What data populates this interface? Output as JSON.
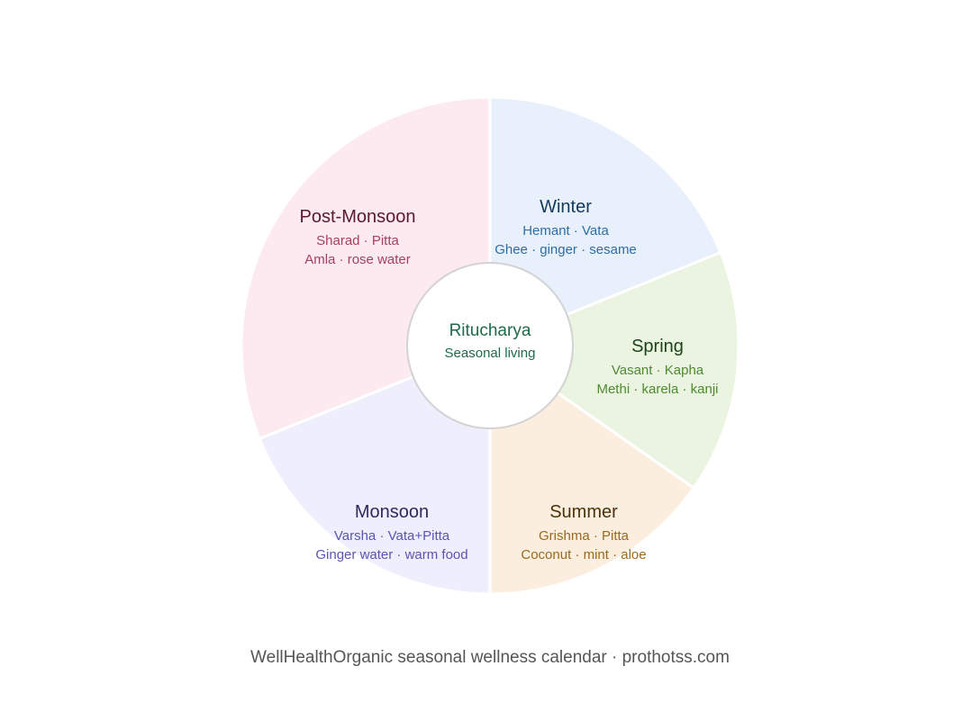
{
  "wheel": {
    "hub": {
      "title": "Ritucharya",
      "subtitle": "Seasonal living",
      "color": "#1e6b48"
    },
    "segments": [
      {
        "name": "Winter",
        "line1": "Hemant · Vata",
        "line2": "Ghee · ginger · sesame",
        "fill": "#e7f0fb",
        "name_color": "#143a5c",
        "text_color": "#2f6ea5"
      },
      {
        "name": "Spring",
        "line1": "Vasant · Kapha",
        "line2": "Methi · karela · kanji",
        "fill": "#ebf4e1",
        "name_color": "#1d4419",
        "text_color": "#4e8a2f"
      },
      {
        "name": "Summer",
        "line1": "Grishma · Pitta",
        "line2": "Coconut · mint · aloe",
        "fill": "#fbeedf",
        "name_color": "#4a3109",
        "text_color": "#9a6a1f"
      },
      {
        "name": "Monsoon",
        "line1": "Varsha · Vata+Pitta",
        "line2": "Ginger water · warm food",
        "fill": "#efeefc",
        "name_color": "#2d2a5e",
        "text_color": "#5a55b5"
      },
      {
        "name": "Post-Monsoon",
        "line1": "Sharad · Pitta",
        "line2": "Amla · rose water",
        "fill": "#fceaf0",
        "name_color": "#5a1a30",
        "text_color": "#a5405f"
      }
    ]
  },
  "caption": "WellHealthOrganic seasonal wellness calendar · prothotss.com"
}
